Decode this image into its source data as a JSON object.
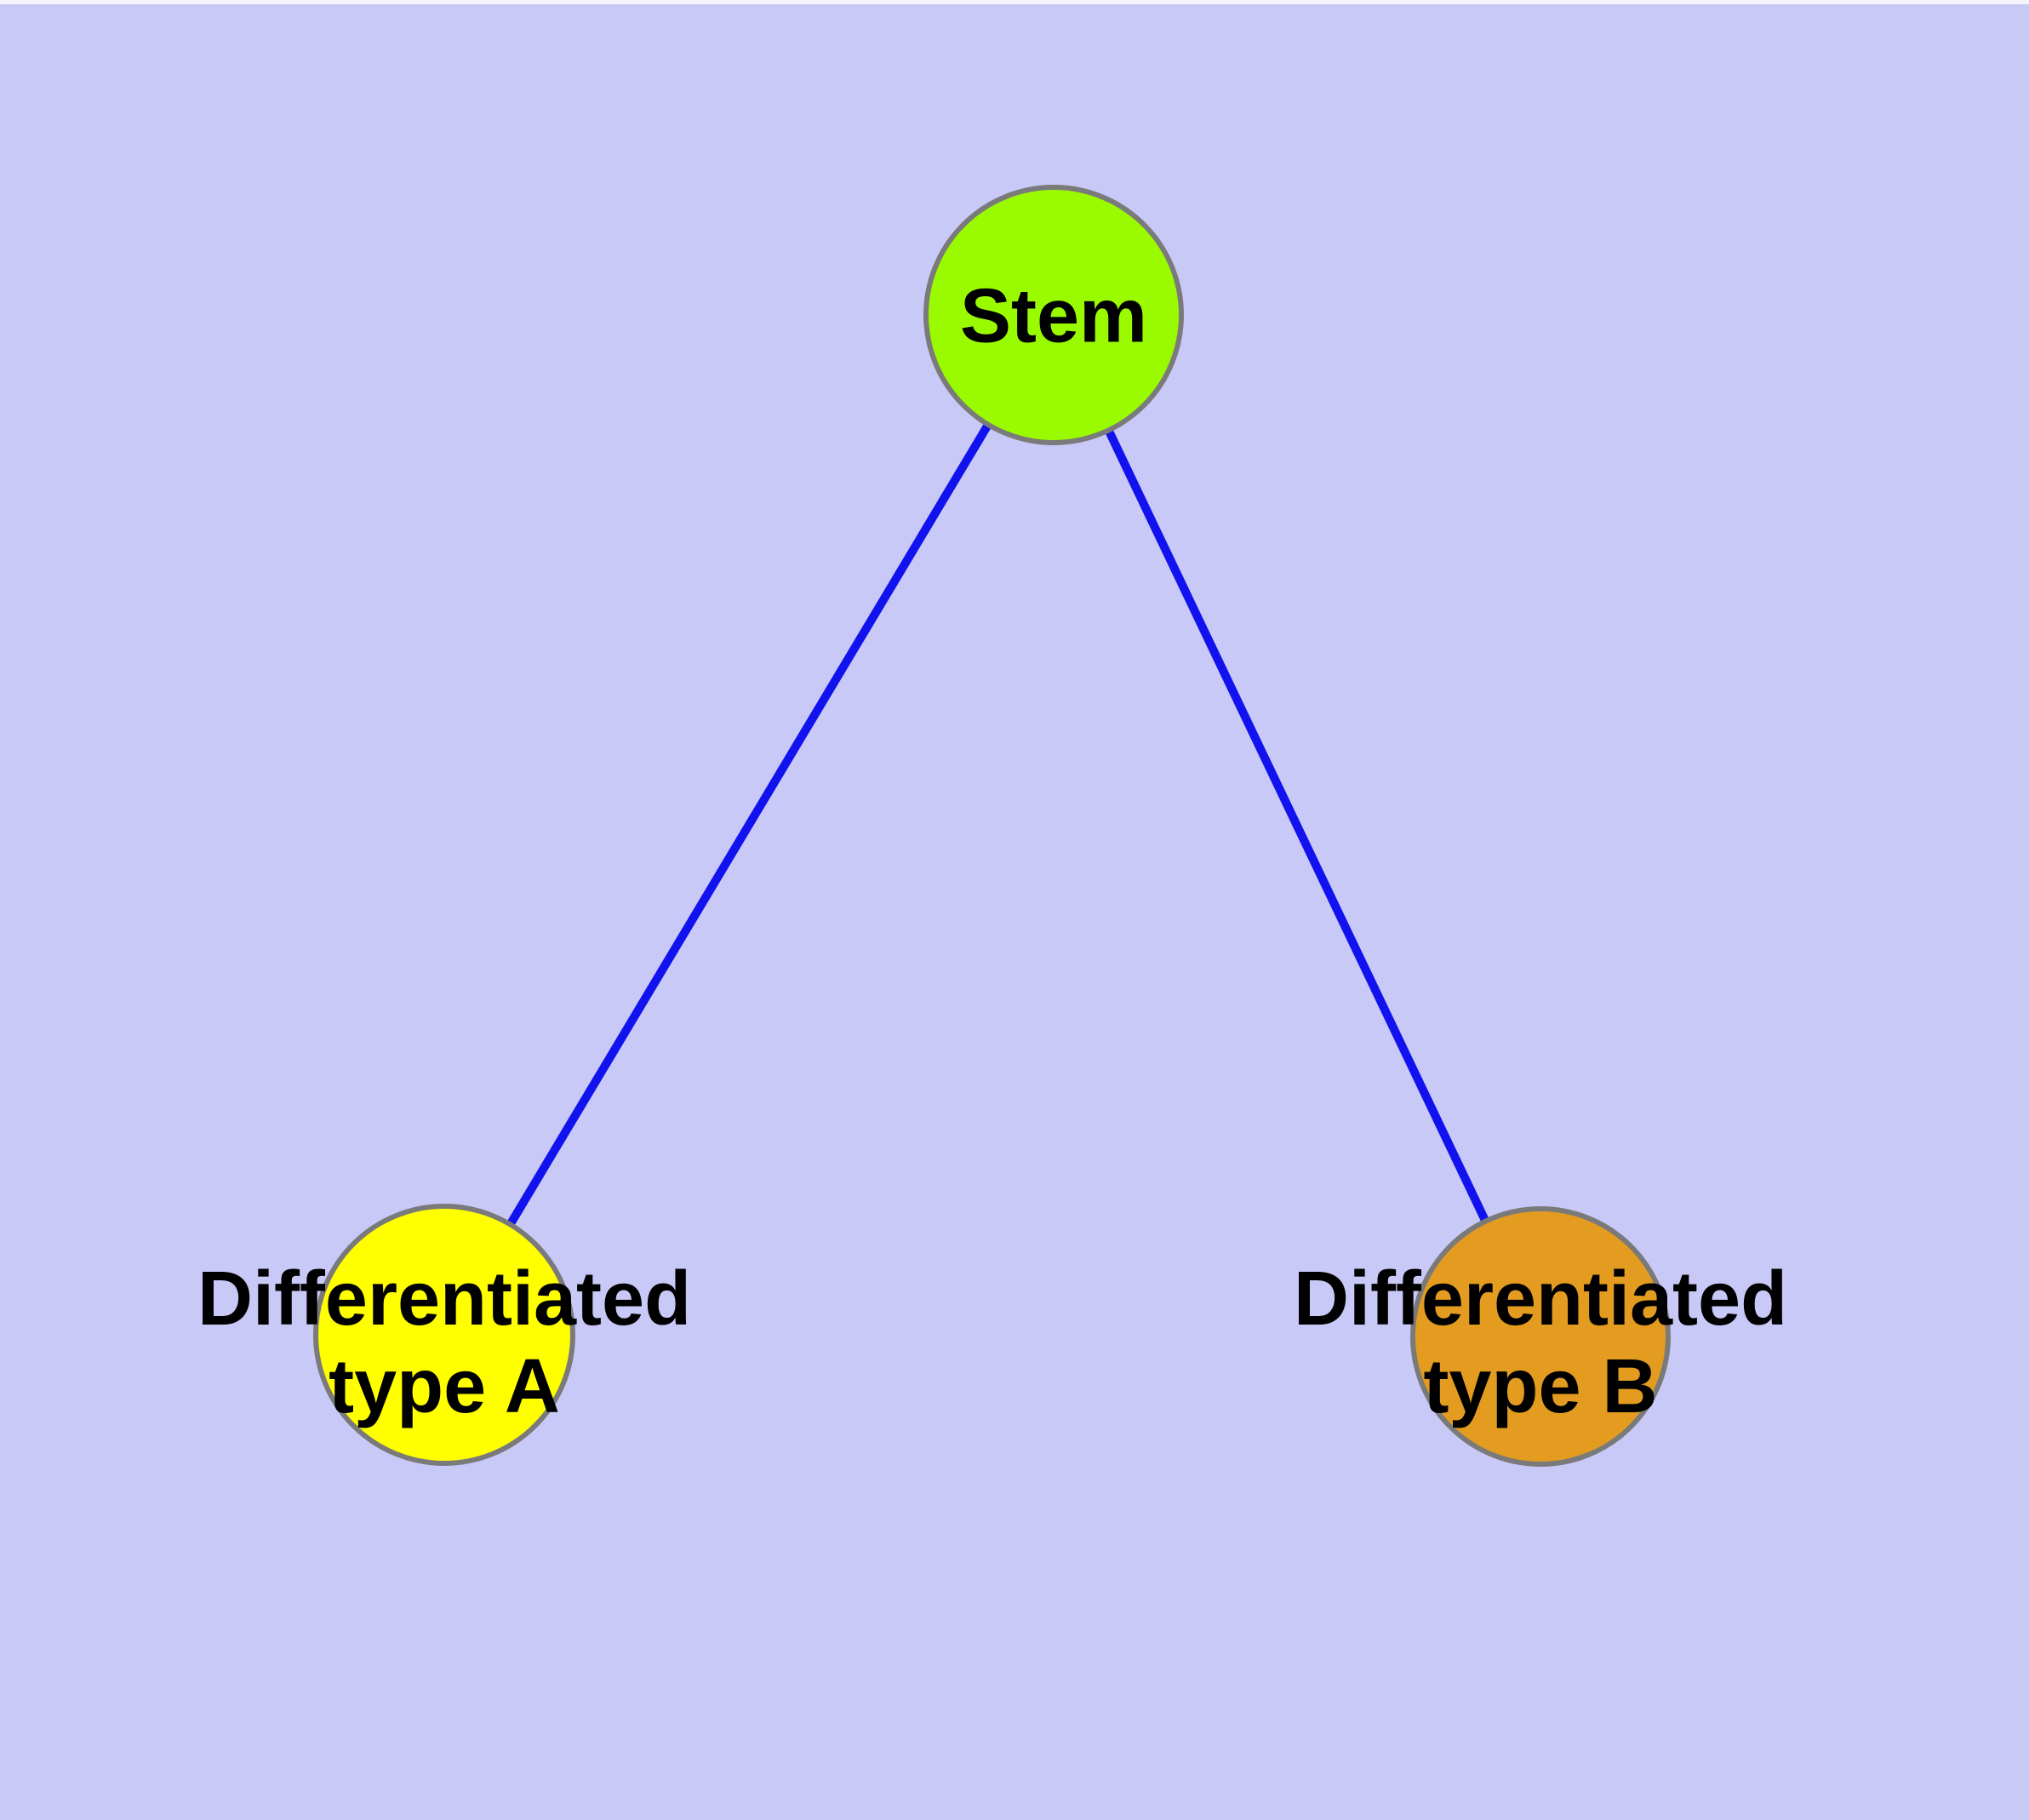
{
  "colors": {
    "background": "#C9C9F8",
    "top_edge_strip": "#F4F4FE",
    "edge": "#1212EE",
    "node_border": "#7A7A7A",
    "label_text": "#000000"
  },
  "nodes": {
    "stem": {
      "label": "Stem",
      "color": "#9AFB00"
    },
    "type_a": {
      "label_line1": "Differentiated",
      "label_line2": "type A",
      "color": "#FFFF00"
    },
    "type_b": {
      "label_line1": "Differentiated",
      "label_line2": "type B",
      "color": "#E39C20"
    }
  },
  "edges": [
    {
      "from": "Stem",
      "to": "Differentiated type A"
    },
    {
      "from": "Stem",
      "to": "Differentiated type B"
    }
  ]
}
